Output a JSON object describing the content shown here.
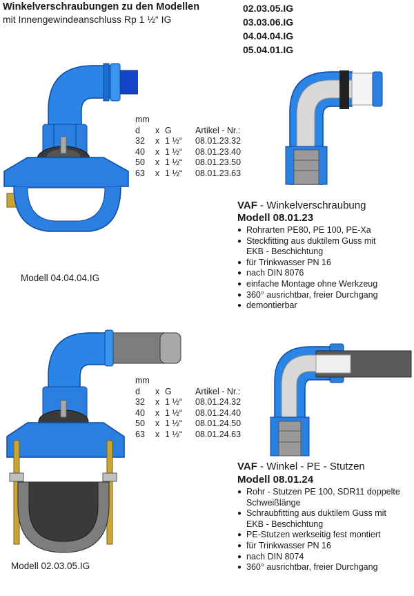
{
  "header": {
    "title": "Winkelverschraubungen zu den Modellen",
    "subtitle": "mit Innengewindeanschluss Rp 1 ½“  IG",
    "model_codes": [
      "02.03.05.IG",
      "03.03.06.IG",
      "04.04.04.IG",
      "05.04.01.IG"
    ]
  },
  "section1": {
    "table": {
      "unit": "mm",
      "headers": [
        "d",
        "x",
        "G",
        "Artikel - Nr.:"
      ],
      "rows": [
        [
          "32",
          "x",
          "1 ½“",
          "08.01.23.32"
        ],
        [
          "40",
          "x",
          "1 ½“",
          "08.01.23.40"
        ],
        [
          "50",
          "x",
          "1 ½“",
          "08.01.23.50"
        ],
        [
          "63",
          "x",
          "1 ½“",
          "08.01.23.63"
        ]
      ]
    },
    "caption": "Modell 04.04.04.IG",
    "heading_brand": "VAF",
    "heading_rest": " - Winkelverschraubung",
    "model": "Modell 08.01.23",
    "bullets": [
      "Rohrarten PE80, PE 100, PE-Xa",
      "Steckfitting aus duktilem Guss mit",
      "EKB - Beschichtung",
      "für Trinkwasser PN 16",
      "nach DIN 8076",
      "einfache Montage ohne Werkzeug",
      "360° ausrichtbar, freier Durchgang",
      "demontierbar"
    ]
  },
  "section2": {
    "table": {
      "unit": "mm",
      "headers": [
        "d",
        "x",
        "G",
        "Artikel - Nr.:"
      ],
      "rows": [
        [
          "32",
          "x",
          "1 ½“",
          "08.01.24.32"
        ],
        [
          "40",
          "x",
          "1 ½“",
          "08.01.24.40"
        ],
        [
          "50",
          "x",
          "1 ½“",
          "08.01.24.50"
        ],
        [
          "63",
          "x",
          "1 ½“",
          "08.01.24.63"
        ]
      ]
    },
    "caption": "Modell 02.03.05.IG",
    "heading_brand": "VAF",
    "heading_rest": " - Winkel - PE - Stutzen",
    "model": "Modell 08.01.24",
    "bullets": [
      "Rohr - Stutzen PE 100, SDR11 doppelte",
      "Schweißlänge",
      "Schraubfitting aus duktilem Guss mit",
      "EKB - Beschichtung",
      "PE-Stutzen werkseitig fest montiert",
      "für Trinkwasser PN 16",
      "nach DIN 8074",
      "360° ausrichtbar, freier Durchgang"
    ]
  },
  "colors": {
    "fitting_blue": "#2a7fe0",
    "dark_blue": "#1344b8",
    "pipe_grey": "#7d7d7d",
    "brass": "#c8a43a"
  },
  "icons": [
    "elbow-fitting-saddle-image",
    "elbow-fitting-section-image",
    "pe-spigot-saddle-image",
    "pe-spigot-section-image"
  ]
}
